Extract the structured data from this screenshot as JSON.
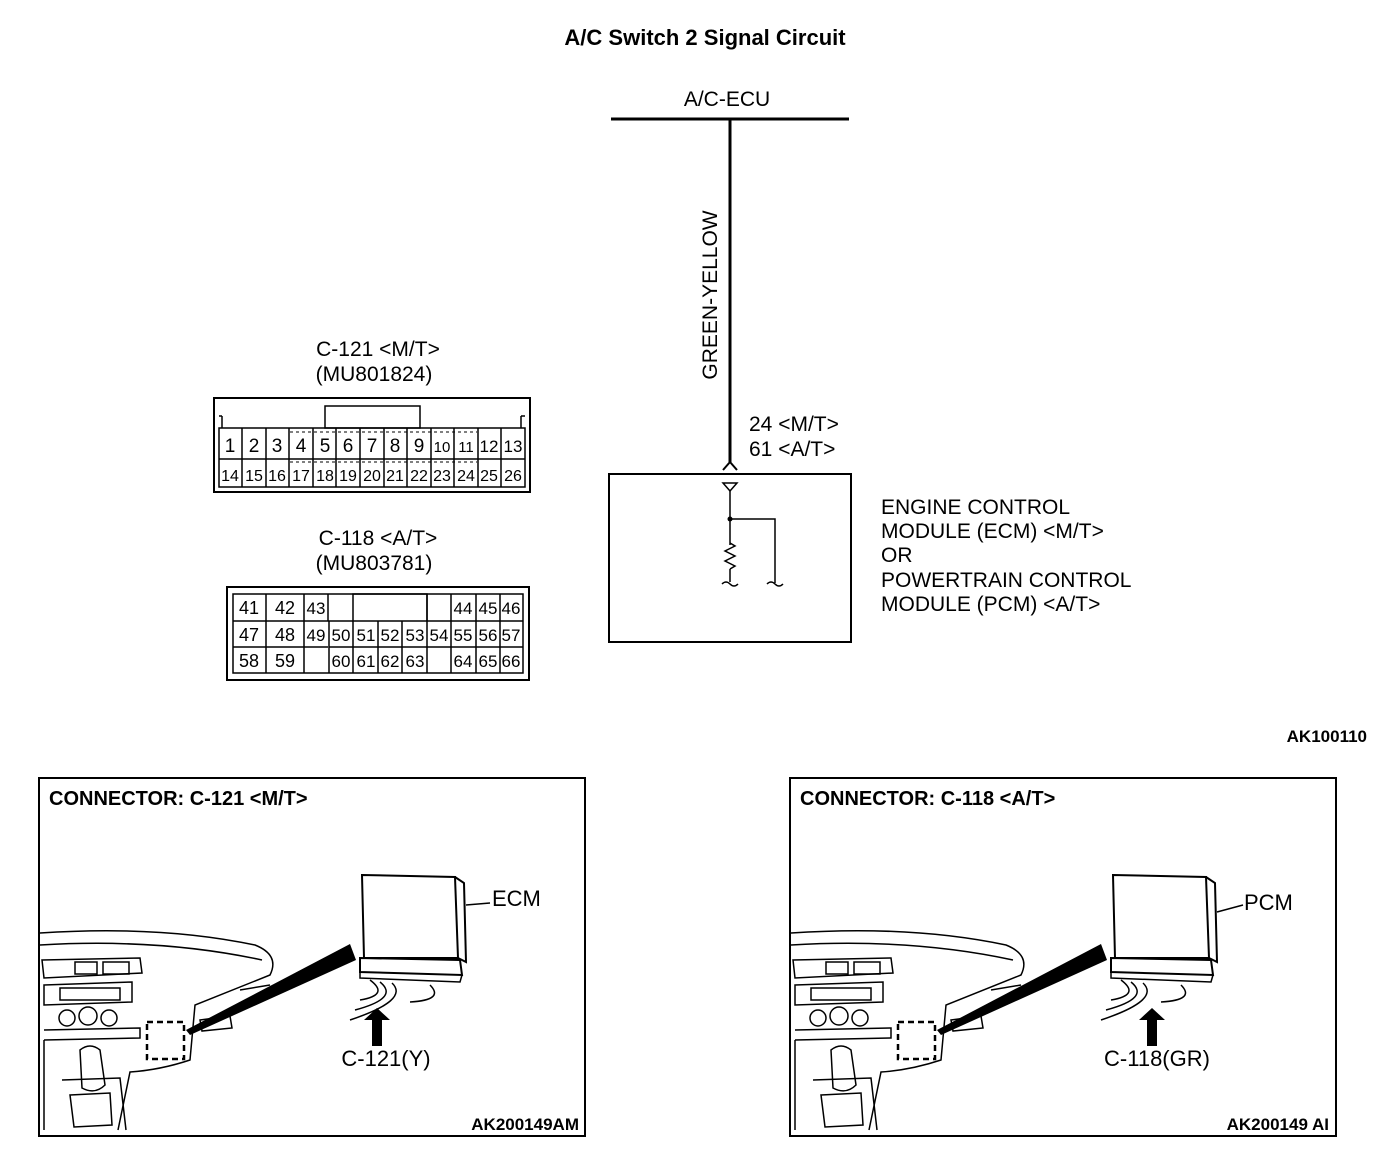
{
  "title": "A/C Switch 2 Signal Circuit",
  "ecu_label": "A/C-ECU",
  "wire_color": "GREEN-YELLOW",
  "terminal_mt": "24 <M/T>",
  "terminal_at": "61 <A/T>",
  "module_lines": [
    "ENGINE CONTROL",
    "MODULE (ECM) <M/T>",
    "OR",
    "POWERTRAIN CONTROL",
    "MODULE (PCM) <A/T>"
  ],
  "connector_c121": {
    "name": "C-121 <M/T>",
    "part": "(MU801824)",
    "row1": [
      "1",
      "2",
      "3",
      "4",
      "5",
      "6",
      "7",
      "8",
      "9",
      "10",
      "11",
      "12",
      "13"
    ],
    "row2": [
      "14",
      "15",
      "16",
      "17",
      "18",
      "19",
      "20",
      "21",
      "22",
      "23",
      "24",
      "25",
      "26"
    ]
  },
  "connector_c118": {
    "name": "C-118 <A/T>",
    "part": "(MU803781)",
    "row1": [
      "41",
      "42",
      "43",
      "44",
      "45",
      "46"
    ],
    "row2": [
      "47",
      "48",
      "49",
      "50",
      "51",
      "52",
      "53",
      "54",
      "55",
      "56",
      "57"
    ],
    "row3": [
      "58",
      "59",
      "60",
      "61",
      "62",
      "63",
      "64",
      "65",
      "66"
    ]
  },
  "figure_code_top": "AK100110",
  "panel_left": {
    "heading": "CONNECTOR: C-121 <M/T>",
    "module": "ECM",
    "connector_label": "C-121(Y)",
    "code": "AK200149AM"
  },
  "panel_right": {
    "heading": "CONNECTOR: C-118 <A/T>",
    "module": "PCM",
    "connector_label": "C-118(GR)",
    "code": "AK200149 AI"
  }
}
